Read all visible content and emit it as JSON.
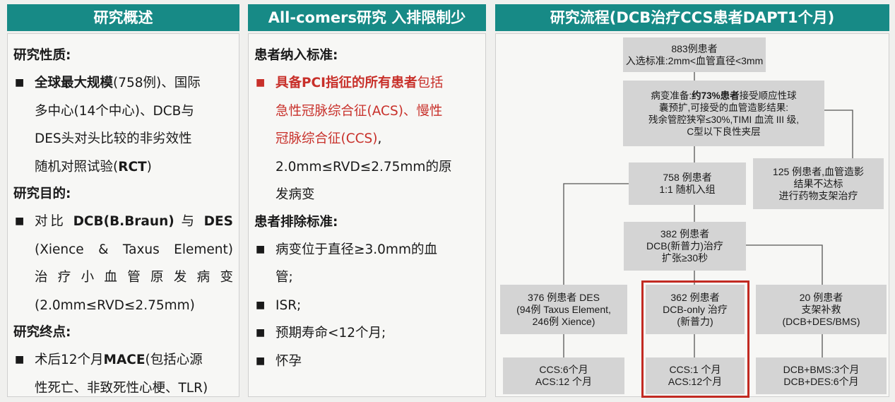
{
  "panel1": {
    "header": "研究概述",
    "nature_title": "研究性质:",
    "nature_lines": [
      [
        {
          "t": "全球最大规模",
          "b": true
        },
        {
          "t": "(758例)、国际"
        }
      ],
      [
        {
          "t": "多中心(14个中心)、DCB与"
        }
      ],
      [
        {
          "t": "DES头对头比较的非劣效性"
        }
      ],
      [
        {
          "t": "随机对照试验("
        },
        {
          "t": "RCT",
          "b": true
        },
        {
          "t": ")"
        }
      ]
    ],
    "aim_title": "研究目的:",
    "aim_lines": [
      [
        {
          "t": "对比 "
        },
        {
          "t": "DCB(B.Braun)",
          "b": true
        },
        {
          "t": " 与 "
        },
        {
          "t": "DES",
          "b": true
        }
      ],
      [
        {
          "t": "(Xience & Taxus Element)"
        }
      ],
      [
        {
          "t": "治 疗 小 血 管 原 发 病 变"
        }
      ],
      [
        {
          "t": "(2.0mm≤RVD≤2.75mm)"
        }
      ]
    ],
    "endpoint_title": "研究终点:",
    "endpoint_lines": [
      [
        {
          "t": "术后12个月"
        },
        {
          "t": "MACE",
          "b": true
        },
        {
          "t": "(包括心源"
        }
      ],
      [
        {
          "t": "性死亡、非致死性心梗、TLR)"
        }
      ]
    ]
  },
  "panel2": {
    "header": "All-comers研究 入排限制少",
    "incl_title": "患者纳入标准:",
    "incl_lines": [
      [
        {
          "t": "具备PCI指征的所有患者",
          "b": true,
          "red": true
        },
        {
          "t": "包括",
          "red": true
        }
      ],
      [
        {
          "t": "急性冠脉综合征(ACS)、慢性",
          "red": true
        }
      ],
      [
        {
          "t": "冠脉综合征(CCS)",
          "red": true
        },
        {
          "t": ","
        }
      ],
      [
        {
          "t": "2.0mm≤RVD≤2.75mm的原"
        }
      ],
      [
        {
          "t": "发病变"
        }
      ]
    ],
    "excl_title": "患者排除标准:",
    "excl_items": [
      [
        "病变位于直径≥3.0mm的血",
        "管;"
      ],
      [
        "ISR;"
      ],
      [
        "预期寿命<12个月;"
      ],
      [
        "怀孕"
      ]
    ]
  },
  "panel3": {
    "header": "研究流程(DCB治疗CCS患者DAPT1个月)",
    "box1": [
      "883例患者",
      "入选标准:2mm<血管直径<3mm"
    ],
    "box2_l1_pre": "病变准备:",
    "box2_l1_bold": "约73%患者",
    "box2_l1_post": "接受顺应性球",
    "box2_rest": [
      "囊预扩,可接受的血管造影结果:",
      "残余管腔狭窄≤30%,TIMI 血流 III 级,",
      "C型以下良性夹层"
    ],
    "box3": [
      "758 例患者",
      "1:1 随机入组"
    ],
    "box4": [
      "125 例患者,血管造影",
      "结果不达标",
      "进行药物支架治疗"
    ],
    "box5": [
      "382 例患者",
      "DCB(新普力)治疗",
      "扩张≥30秒"
    ],
    "box6": [
      "376 例患者 DES",
      "(94例 Taxus Element,",
      "246例 Xience)"
    ],
    "box7": [
      "362 例患者",
      "DCB-only 治疗",
      "(新普力)"
    ],
    "box8": [
      "20 例患者",
      "支架补救",
      "(DCB+DES/BMS)"
    ],
    "box9": [
      "CCS:6个月",
      "ACS:12 个月"
    ],
    "box10": [
      "CCS:1 个月",
      "ACS:12个月"
    ],
    "box11": [
      "DCB+BMS:3个月",
      "DCB+DES:6个月"
    ]
  },
  "colors": {
    "header_bg": "#178a86",
    "highlight": "#c22a22",
    "flow_box": "#d4d4d4"
  }
}
